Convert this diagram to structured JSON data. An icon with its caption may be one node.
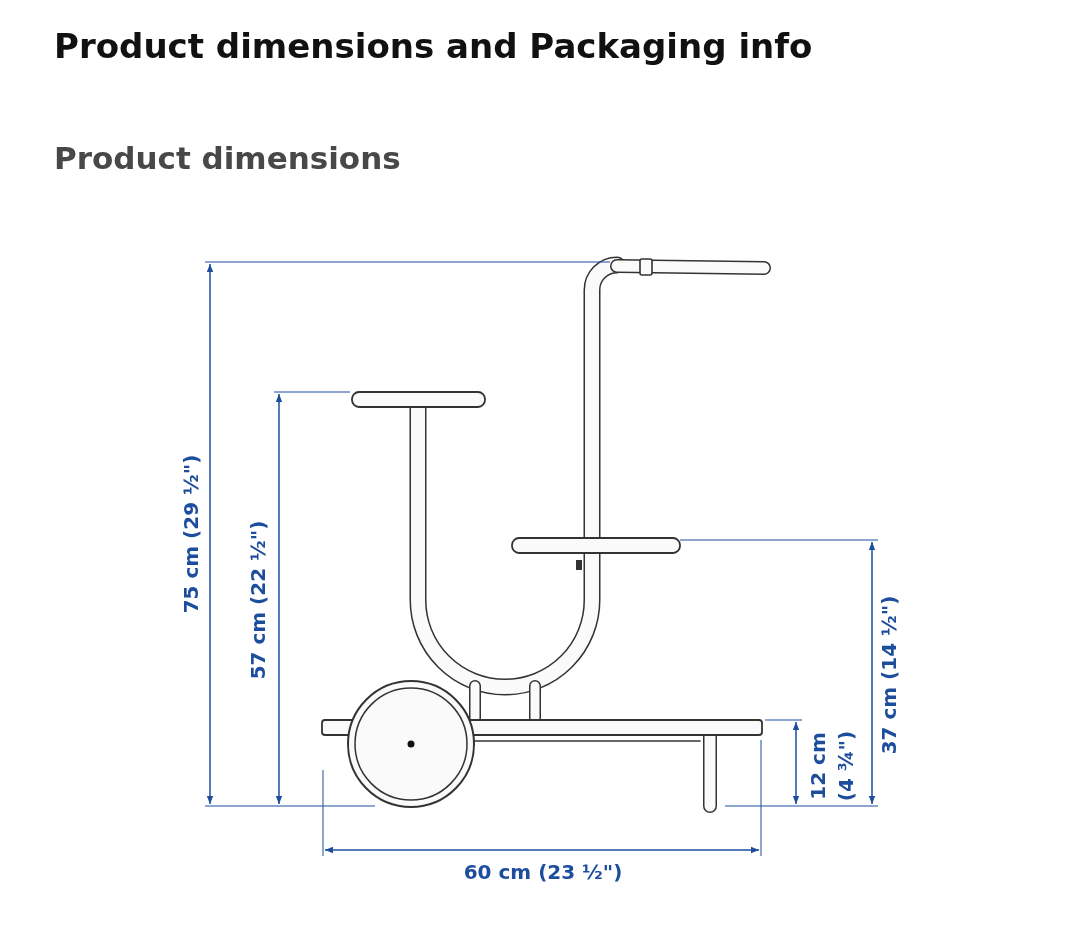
{
  "diagram": {
    "title": "Product dimensions and Packaging info",
    "labels": [
      "Product dimensions",
      "75 cm (29 ½\")",
      "57 cm (22 ½\")",
      "37 cm (14 ½\")",
      "12 cm (4 ¾\")",
      "60 cm (23 ½\")"
    ]
  }
}
